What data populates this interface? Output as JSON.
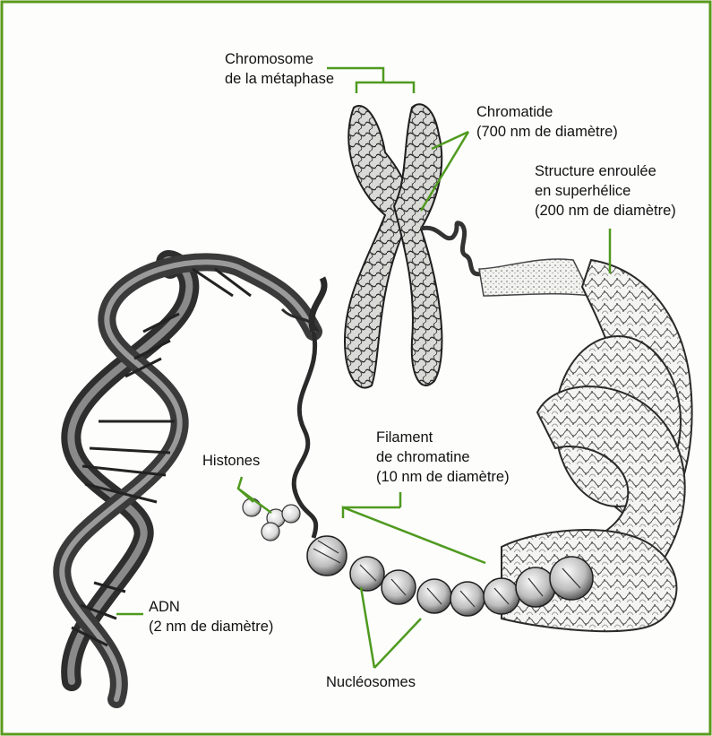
{
  "labels": {
    "chromosome": {
      "line1": "Chromosome",
      "line2": "de la métaphase"
    },
    "chromatid": {
      "line1": "Chromatide",
      "line2": "(700 nm de diamètre)"
    },
    "supercoil": {
      "line1": "Structure enroulée",
      "line2": "en superhélice",
      "line3": "(200 nm de diamètre)"
    },
    "histones": {
      "line1": "Histones"
    },
    "chromatin_fiber": {
      "line1": "Filament",
      "line2": "de chromatine",
      "line3": "(10 nm de diamètre)"
    },
    "dna": {
      "line1": "ADN",
      "line2": "(2 nm de diamètre)"
    },
    "nucleosomes": {
      "line1": "Nucléosomes"
    }
  },
  "colors": {
    "frame": "#5a9a1e",
    "leader": "#4f9a1f",
    "ink": "#1a1a1a",
    "dna_strand": "#3c3c3c"
  }
}
